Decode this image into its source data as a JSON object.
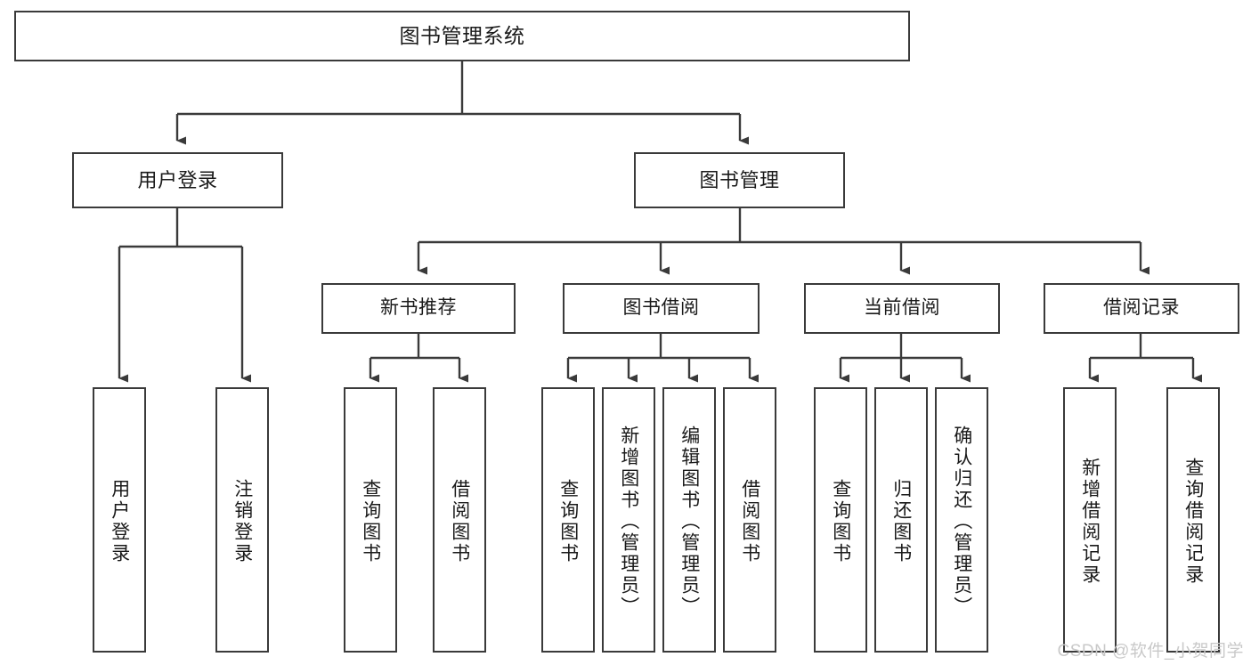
{
  "diagram": {
    "title": "图书管理系统",
    "type": "hierarchy-tree",
    "watermark": "CSDN @软件_小贺同学",
    "colors": {
      "box_border": "#3a3a3a",
      "box_fill": "#ffffff",
      "edge": "#3a3a3a",
      "text": "#1a1a1a",
      "watermark": "#c9c9c9"
    },
    "nodes": {
      "root": {
        "label": "图书管理系统"
      },
      "level2": [
        {
          "id": "user-login",
          "label": "用户登录"
        },
        {
          "id": "book-management",
          "label": "图书管理"
        }
      ],
      "level3": [
        {
          "id": "new-book-recommend",
          "label": "新书推荐"
        },
        {
          "id": "book-borrow",
          "label": "图书借阅"
        },
        {
          "id": "current-borrow",
          "label": "当前借阅"
        },
        {
          "id": "borrow-record",
          "label": "借阅记录"
        }
      ],
      "leaves": {
        "user_login": [
          {
            "id": "leaf-user-login",
            "label": "用户登录"
          },
          {
            "id": "leaf-logout-login",
            "label": "注销登录"
          }
        ],
        "new_book_recommend": [
          {
            "id": "leaf-query-book-1",
            "label": "查询图书"
          },
          {
            "id": "leaf-borrow-book-1",
            "label": "借阅图书"
          }
        ],
        "book_borrow": [
          {
            "id": "leaf-query-book-2",
            "label": "查询图书"
          },
          {
            "id": "leaf-add-book",
            "label": "新增图书（管理员）"
          },
          {
            "id": "leaf-edit-book",
            "label": "编辑图书（管理员）"
          },
          {
            "id": "leaf-borrow-book-2",
            "label": "借阅图书"
          }
        ],
        "current_borrow": [
          {
            "id": "leaf-query-book-3",
            "label": "查询图书"
          },
          {
            "id": "leaf-return-book",
            "label": "归还图书"
          },
          {
            "id": "leaf-confirm-return",
            "label": "确认归还（管理员）"
          }
        ],
        "borrow_record": [
          {
            "id": "leaf-add-record",
            "label": "新增借阅记录"
          },
          {
            "id": "leaf-query-record",
            "label": "查询借阅记录"
          }
        ]
      }
    }
  }
}
